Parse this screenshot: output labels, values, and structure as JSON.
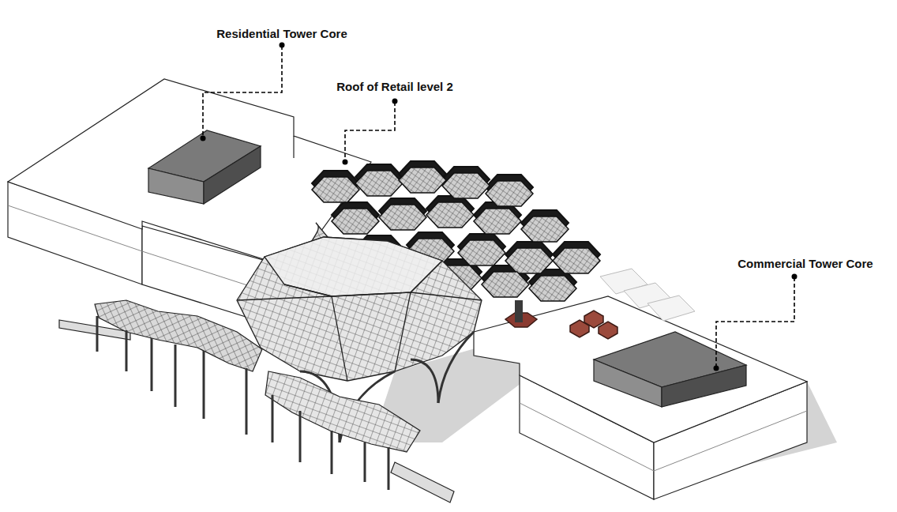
{
  "diagram": {
    "labels": [
      "Residential Tower Core",
      "Roof of Retail level 2",
      "Commercial Tower Core"
    ]
  }
}
